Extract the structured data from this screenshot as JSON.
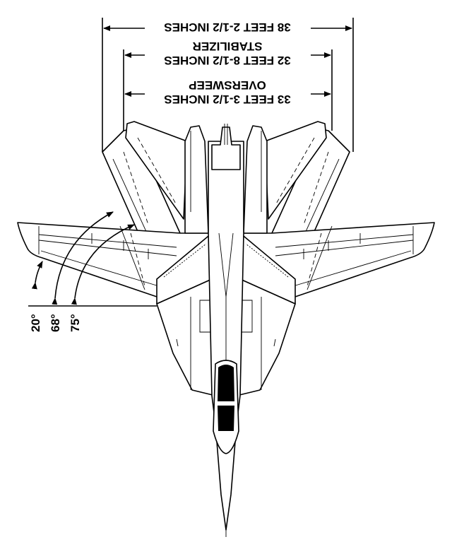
{
  "dimensions": {
    "span_spread": "38 FEET 2-1/2 INCHES",
    "stabilizer_value": "32 FEET 8-1/2 INCHES",
    "stabilizer_label": "STABILIZER",
    "oversweep_value": "33 FEET 3-1/2 INCHES",
    "oversweep_label": "OVERSWEEP"
  },
  "sweep_angles": [
    "20°",
    "68°",
    "75°"
  ],
  "colors": {
    "ink": "#000000",
    "background": "#ffffff"
  }
}
